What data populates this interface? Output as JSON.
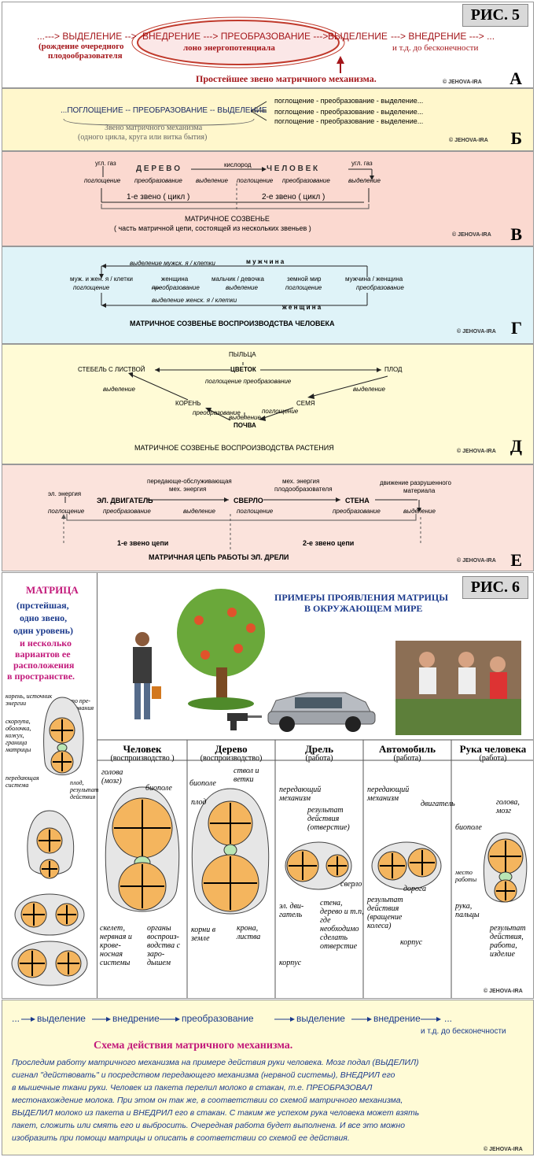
{
  "fig5": {
    "label": "РИС. 5",
    "copyright": "© JEHOVA-IRA",
    "a": {
      "letter": "А",
      "chain": [
        "...---> ВЫДЕЛЕНИЕ -->",
        "ВНЕДРЕНИЕ ---> ПРЕОБРАЗОВАНИЕ --->",
        "ВЫДЕЛЕНИЕ",
        "---> ВНЕДРЕНИЕ ---> ..."
      ],
      "sub_left_1": "(рождение очередного",
      "sub_left_2": "плодообразователя",
      "sub_center": "лоно энергопотенциала",
      "sub_right": "и т.д. до   бесконечности",
      "caption": "Простейшее звено матричного механизма."
    },
    "b": {
      "letter": "Б",
      "chain": "...ПОГЛОЩЕНИЕ --  ПРЕОБРАЗОВАНИЕ --  ВЫДЕЛЕНИЕ",
      "branches": [
        "поглощение - преобразование - выделение...",
        "поглощение - преобразование - выделение...",
        "поглощение - преобразование - выделение..."
      ],
      "caption_1": "Звено матричного механизма",
      "caption_2": "(одного цикла, круга или витка бытия)"
    },
    "v": {
      "letter": "В",
      "in_gas": "угл. газ",
      "out_gas": "угл. газ",
      "oxygen": "кислород",
      "tree": "Д Е Р Е В О",
      "human": "Ч Е Л О В Е К",
      "steps": [
        "поглощение",
        "преобразование",
        "выделение",
        "поглощение",
        "преобразование",
        "выделение"
      ],
      "link1": "1-е  звено ( цикл )",
      "link2": "2-е  звено ( цикл )",
      "caption_1": "МАТРИЧНОЕ СОЗВЕНЬЕ",
      "caption_2": "( часть матричной цепи, состоящей из нескольких звеньев )"
    },
    "g": {
      "letter": "Г",
      "man": "м  у  ж  ч  и  н  а",
      "woman": "ж  е  н  щ  и  н  а",
      "male_out": "выделение мужск. я / клетки",
      "female_out": "выделение женск. я / клетки",
      "nodes": [
        "муж. и жен. я / клетки",
        "женщина",
        "мальчик / девочка",
        "земной мир",
        "мужчина / женщина"
      ],
      "steps": [
        "поглощение",
        "преобразование",
        "выделение",
        "поглощение",
        "преобразование"
      ],
      "caption": "МАТРИЧНОЕ СОЗВЕНЬЕ ВОСПРОИЗВОДСТВА ЧЕЛОВЕКА"
    },
    "d": {
      "letter": "Д",
      "pollen": "ПЫЛЬЦА",
      "flower": "ЦВЕТОК",
      "stem": "СТЕБЕЛЬ С ЛИСТВОЙ",
      "fruit": "ПЛОД",
      "root": "КОРЕНЬ",
      "seed": "СЕМЯ",
      "soil": "ПОЧВА",
      "flower_steps": "поглощение   преобразование",
      "out_left": "выделение",
      "out_right": "выделение",
      "root_step": "преобразование",
      "seed_step": "поглощение",
      "soil_step": "выделение",
      "caption": "МАТРИЧНОЕ СОЗВЕНЬЕ ВОСПРОИЗВОДСТВА РАСТЕНИЯ"
    },
    "e": {
      "letter": "Е",
      "in_energy": "эл. энергия",
      "mech_1": "передающе-обслуживающая",
      "mech_2": "мех. энергия",
      "fert_1": "мех. энергия",
      "fert_2": "плодообразователя",
      "out_1": "движение разрушенного",
      "out_2": "материала",
      "motor": "ЭЛ. ДВИГАТЕЛЬ",
      "drill": "СВЕРЛО",
      "wall": "СТЕНА",
      "steps": [
        "поглощение",
        "преобразование",
        "выделение",
        "поглощение",
        "преобразование",
        "выделение"
      ],
      "link1": "1-е звено цепи",
      "link2": "2-е звено цепи",
      "caption": "МАТРИЧНАЯ ЦЕПЬ РАБОТЫ ЭЛ. ДРЕЛИ"
    }
  },
  "fig6": {
    "label": "РИС. 6",
    "copyright": "© JEHOVA-IRA",
    "matrix_title": "МАТРИЦА",
    "matrix_sub_1": "(прстейшая,",
    "matrix_sub_2": "одно звено,",
    "matrix_sub_3": "один уровень)",
    "matrix_sub_4": "и несколько",
    "matrix_sub_5": "вариантов ее",
    "matrix_sub_6": "расположения",
    "matrix_sub_7": "в пространстве.",
    "examples_title_1": "ПРИМЕРЫ ПРОЯВЛЕНИЯ МАТРИЦЫ",
    "examples_title_2": "В ОКРУЖАЮЩЕМ МИРЕ",
    "legend": {
      "root": "корень, источник энергии",
      "transform": "место пре-образования",
      "shell": "скорлупа, оболочка, кожух, граница матрицы",
      "transmit": "передающая система",
      "fruit": "плод, результат действия"
    },
    "columns": [
      {
        "title": "Человек",
        "sub": "(воспроизводство )"
      },
      {
        "title": "Дерево",
        "sub": "(воспроизводство)"
      },
      {
        "title": "Дрель",
        "sub": "(работа)"
      },
      {
        "title": "Автомобиль",
        "sub": "(работа)"
      },
      {
        "title": "Рука человека",
        "sub": "(работа)"
      }
    ],
    "human_notes": {
      "head": "голова (мозг)",
      "biofield": "биополе",
      "skeleton": "скелет, нервная и крове-носная системы",
      "organs": "органы воспроиз-водства с заро-дышем"
    },
    "tree_notes": {
      "biofield": "биополе",
      "trunk": "ствол и ветки",
      "fruit": "плод",
      "roots": "корни в земле",
      "crown": "крона, листва"
    },
    "drill_notes": {
      "mech": "передающий механизм",
      "result": "результат действия (отверстие)",
      "motor": "эл. дви-гатель",
      "drill": "сверло",
      "wall": "стена, дерево и т.п, где необходимо сделать отверстие",
      "body": "корпус"
    },
    "car_notes": {
      "mech": "передающий механизм",
      "engine": "двигатель",
      "road": "дорога",
      "result": "результат действия (вращение колеса)",
      "body": "корпус"
    },
    "hand_notes": {
      "head": "голова, мозг",
      "biofield": "биополе",
      "work": "место работы",
      "hand": "рука, пальцы",
      "result": "результат действия, работа, изделие"
    },
    "bottom_chain": [
      "...",
      "выделение",
      "внедрение",
      "преобразование",
      "выделение",
      "внедрение",
      "..."
    ],
    "bottom_infinity": "и т.д. до бесконечности",
    "scheme_title": "Схема действия матричного механизма.",
    "text_lines": [
      "Проследим   работу   матричного механизма на примере действия руки человека. Мозг подал (ВЫДЕЛИЛ)",
      "сигнал \"действовать\" и посредством передающего механизма (нервной системы), ВНЕДРИЛ его",
      " в мышечные ткани руки. Человек из пакета перелил молоко в стакан, т.е. ПРЕОБРАЗОВАЛ",
      "местонахождение молока.  При этом он так же, в соответствии со схемой матричного механизма,",
      "ВЫДЕЛИЛ молоко из пакета и ВНЕДРИЛ его в стакан. С таким же успехом рука человека может взять",
      "пакет, сложить или смять его и выбросить. Очередная работа будет выполнена. И все это можно",
      "изобразить при помощи матрицы и описать в соответствии со схемой ее действия."
    ]
  },
  "colors": {
    "panel_a": "#ffffff",
    "panel_b": "#fff7cc",
    "panel_v": "#fbd9d0",
    "panel_g": "#dff3f8",
    "panel_d": "#fffbd6",
    "panel_e": "#fbe3dc",
    "dark_red": "#a4161a",
    "blue_text": "#1b3a8c",
    "magenta": "#c2187a",
    "orange_fill": "#f4b55e"
  }
}
